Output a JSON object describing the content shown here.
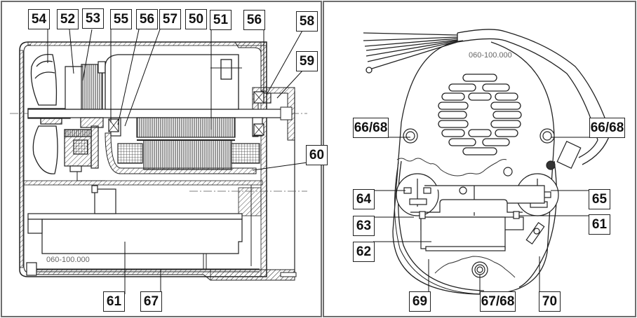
{
  "figure": {
    "left_view": {
      "title": "Motor cross-section",
      "drawing_number": "060-100.000",
      "callouts": {
        "c54": "54",
        "c52": "52",
        "c53": "53",
        "c55": "55",
        "c56a": "56",
        "c57": "57",
        "c50": "50",
        "c51": "51",
        "c56b": "56",
        "c58": "58",
        "c59": "59",
        "c60": "60",
        "c61": "61",
        "c67": "67"
      }
    },
    "right_view": {
      "title": "Motor end view",
      "drawing_number": "060-100.000",
      "callouts": {
        "c66_68a": "66/68",
        "c66_68b": "66/68",
        "c64": "64",
        "c65": "65",
        "c63": "63",
        "c61": "61",
        "c62": "62",
        "c69": "69",
        "c67_68": "67/68",
        "c70": "70"
      }
    },
    "colors": {
      "line": "#222222",
      "frame": "#6e6e6e",
      "hatch": "#555555",
      "text_gray": "#666666"
    }
  }
}
